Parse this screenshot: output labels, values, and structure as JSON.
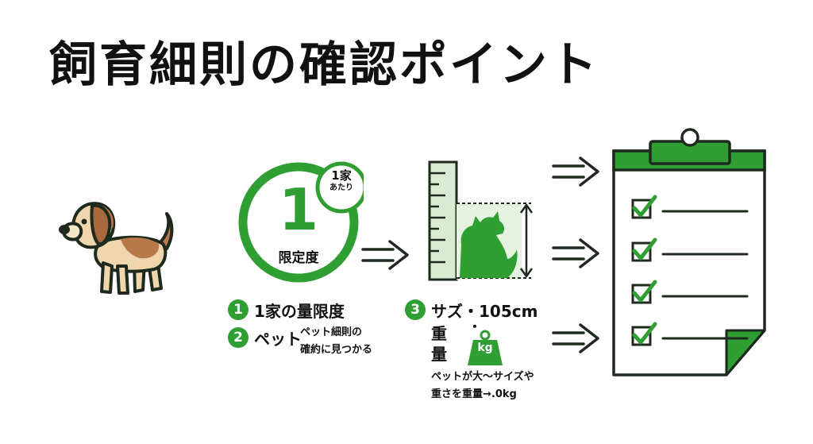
{
  "title": "飼育細則の確認ポイント",
  "colors": {
    "accent": "#2f9e33",
    "outline": "#1f2a1f",
    "text": "#111111"
  },
  "limit_badge": {
    "number": "1",
    "caption": "限定度",
    "sub_badge_line1": "1家",
    "sub_badge_line2": "あたり"
  },
  "items": [
    {
      "num": "1",
      "label": "1家の量限度"
    },
    {
      "num": "2",
      "label": "ペット",
      "note_line1": "ペット細則の",
      "note_line2": "確約に見つかる"
    },
    {
      "num": "3",
      "label": "サズ・105cm",
      "dot": "・",
      "weight_line1": "重",
      "weight_line2": "量",
      "weight_unit": "kg",
      "note_line1": "ペットが大〜サイズや",
      "note_line2": "重さを重量→.0kg"
    }
  ],
  "icons": {
    "pet": "dog-icon",
    "ruler": "ruler-icon",
    "silhouette": "dog-silhouette-icon",
    "arrows": "double-arrow-icon",
    "clipboard": "clipboard-checklist-icon",
    "weight": "weight-icon",
    "check": "checkmark-icon"
  },
  "checklist_count": 4
}
